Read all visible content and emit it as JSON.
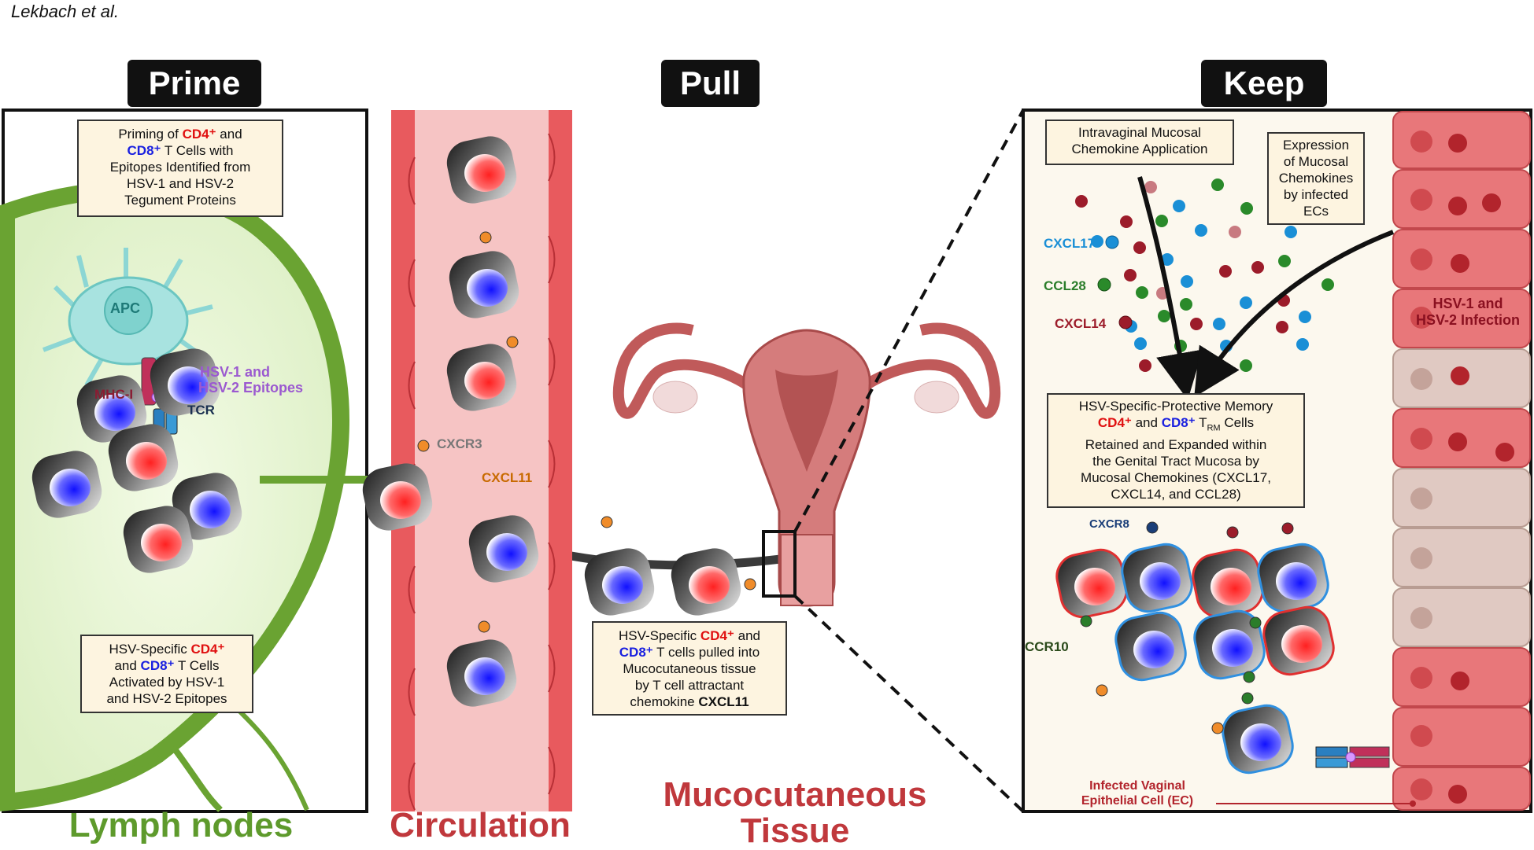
{
  "author": "Lekbach et al.",
  "headers": {
    "prime": "Prime",
    "pull": "Pull",
    "keep": "Keep"
  },
  "bottom_labels": {
    "lymph": "Lymph nodes",
    "circulation": "Circulation",
    "tissue_1": "Mucocutaneous",
    "tissue_2": "Tissue"
  },
  "notes": {
    "priming": {
      "t1": "Priming of ",
      "cd4": "CD4⁺",
      "t2": " and",
      "cd8": "CD8⁺",
      "t3": " T Cells with",
      "l3": "Epitopes Identified from",
      "l4": "HSV-1 and HSV-2",
      "l5": "Tegument Proteins"
    },
    "activated": {
      "t1": "HSV-Specific ",
      "cd4": "CD4⁺",
      "t2": "and ",
      "cd8": "CD8⁺",
      "t3": " T Cells",
      "l3": "Activated by HSV-1",
      "l4": "and HSV-2 Epitopes"
    },
    "pulled": {
      "t1": "HSV-Specific ",
      "cd4": "CD4⁺",
      "t2": " and",
      "cd8": "CD8⁺",
      "t3": " T cells pulled into",
      "l3": "Mucocutaneous tissue",
      "l4": "by T cell attractant",
      "l5a": "chemokine ",
      "l5b": "CXCL11"
    },
    "intravaginal": {
      "l1": "Intravaginal Mucosal",
      "l2": "Chemokine Application"
    },
    "expression": {
      "l1": "Expression",
      "l2": "of Mucosal",
      "l3": "Chemokines",
      "l4": "by infected",
      "l5": "ECs"
    },
    "memory": {
      "l1": "HSV-Specific-Protective Memory",
      "cd4": "CD4⁺",
      "t2": " and ",
      "cd8": "CD8⁺",
      "t3": " T",
      "sub": "RM",
      "t4": " Cells",
      "l3": "Retained and Expanded within",
      "l4": "the Genital Tract Mucosa by",
      "l5": "Mucosal Chemokines (CXCL17,",
      "l6": "CXCL14, and CCL28)"
    }
  },
  "labels": {
    "apc": "APC",
    "mhc": "MHC-I",
    "tcr": "TCR",
    "epitopes_1": "HSV-1 and",
    "epitopes_2": "HSV-2 Epitopes",
    "cxcr3": "CXCR3",
    "cxcl11": "CXCL11",
    "cxcl17": "CXCL17",
    "ccl28": "CCL28",
    "cxcl14": "CXCL14",
    "cxcr8": "CXCR8",
    "ccr10": "CCR10",
    "infection_1": "HSV-1 and",
    "infection_2": "HSV-2 Infection",
    "infected_ec_1": "Infected Vaginal",
    "infected_ec_2": "Epithelial Cell (EC)"
  },
  "colors": {
    "cd4": "#e01010",
    "cd8": "#1a20e0",
    "lymph": "#5e9a2c",
    "circulation": "#c0383c",
    "cxcl17": "#1a8fd6",
    "ccl28": "#2a7d2a",
    "cxcl14": "#9c1c2a",
    "epitopes": "#9b59d0",
    "cxcl11": "#c86a00"
  }
}
